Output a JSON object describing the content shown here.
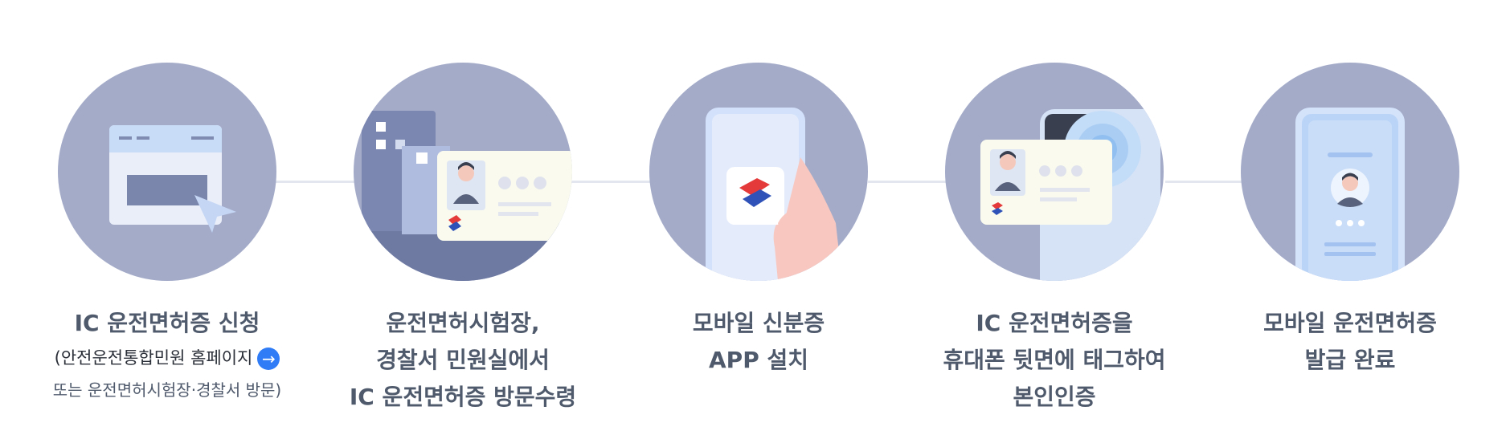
{
  "steps": [
    {
      "title": "IC 운전면허증 신청",
      "sub_line_1_a": "(안전운전통합민원 홈페이지",
      "sub_line_1_arrow": "→",
      "sub_line_2": "또는 운전면허시험장·경찰서 방문)"
    },
    {
      "line_1": "운전면허시험장,",
      "line_2": "경찰서 민원실에서",
      "line_3": "IC 운전면허증 방문수령"
    },
    {
      "line_1": "모바일 신분증",
      "line_2": "APP 설치"
    },
    {
      "line_1": "IC 운전면허증을",
      "line_2": "휴대폰 뒷면에 태그하여",
      "line_3": "본인인증"
    },
    {
      "line_1": "모바일 운전면허증",
      "line_2": "발급 완료"
    }
  ],
  "colors": {
    "circle": "#a3abc9",
    "connector": "#e3e6ee",
    "link": "#2f7cf6"
  },
  "icons": [
    "browser-window-icon",
    "police-station-id-card-icon",
    "app-install-phone-icon",
    "nfc-tag-phone-icon",
    "mobile-license-icon"
  ]
}
